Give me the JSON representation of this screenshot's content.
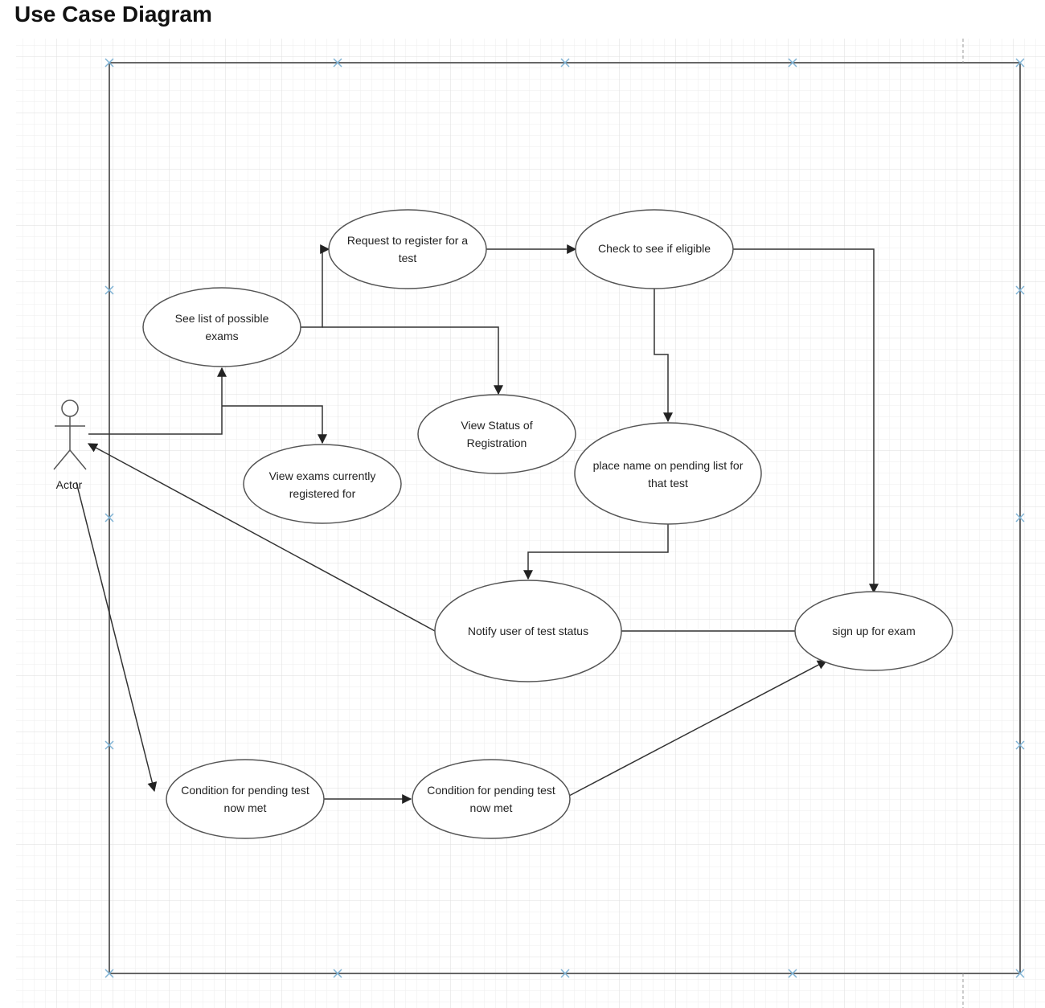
{
  "title": "Use Case Diagram",
  "actor": {
    "name": "Actor",
    "icon": "stick-figure-icon"
  },
  "use_cases": {
    "see_list": [
      "See list of possible",
      "exams"
    ],
    "request_register": [
      "Request to register for a",
      "test"
    ],
    "check_eligible": [
      "Check to see if eligible"
    ],
    "view_status": [
      "View Status of",
      "Registration"
    ],
    "view_exams": [
      "View exams currently",
      "registered for"
    ],
    "place_name": [
      "place name on pending list for",
      "that test"
    ],
    "notify_user": [
      "Notify user of test status"
    ],
    "sign_up": [
      "sign up for exam"
    ],
    "condition_1": [
      "Condition for pending test",
      "now met"
    ],
    "condition_2": [
      "Condition for pending test",
      "now met"
    ]
  },
  "colors": {
    "line": "#333333",
    "grid": "#e6e6e6",
    "boundary": "#666666"
  }
}
